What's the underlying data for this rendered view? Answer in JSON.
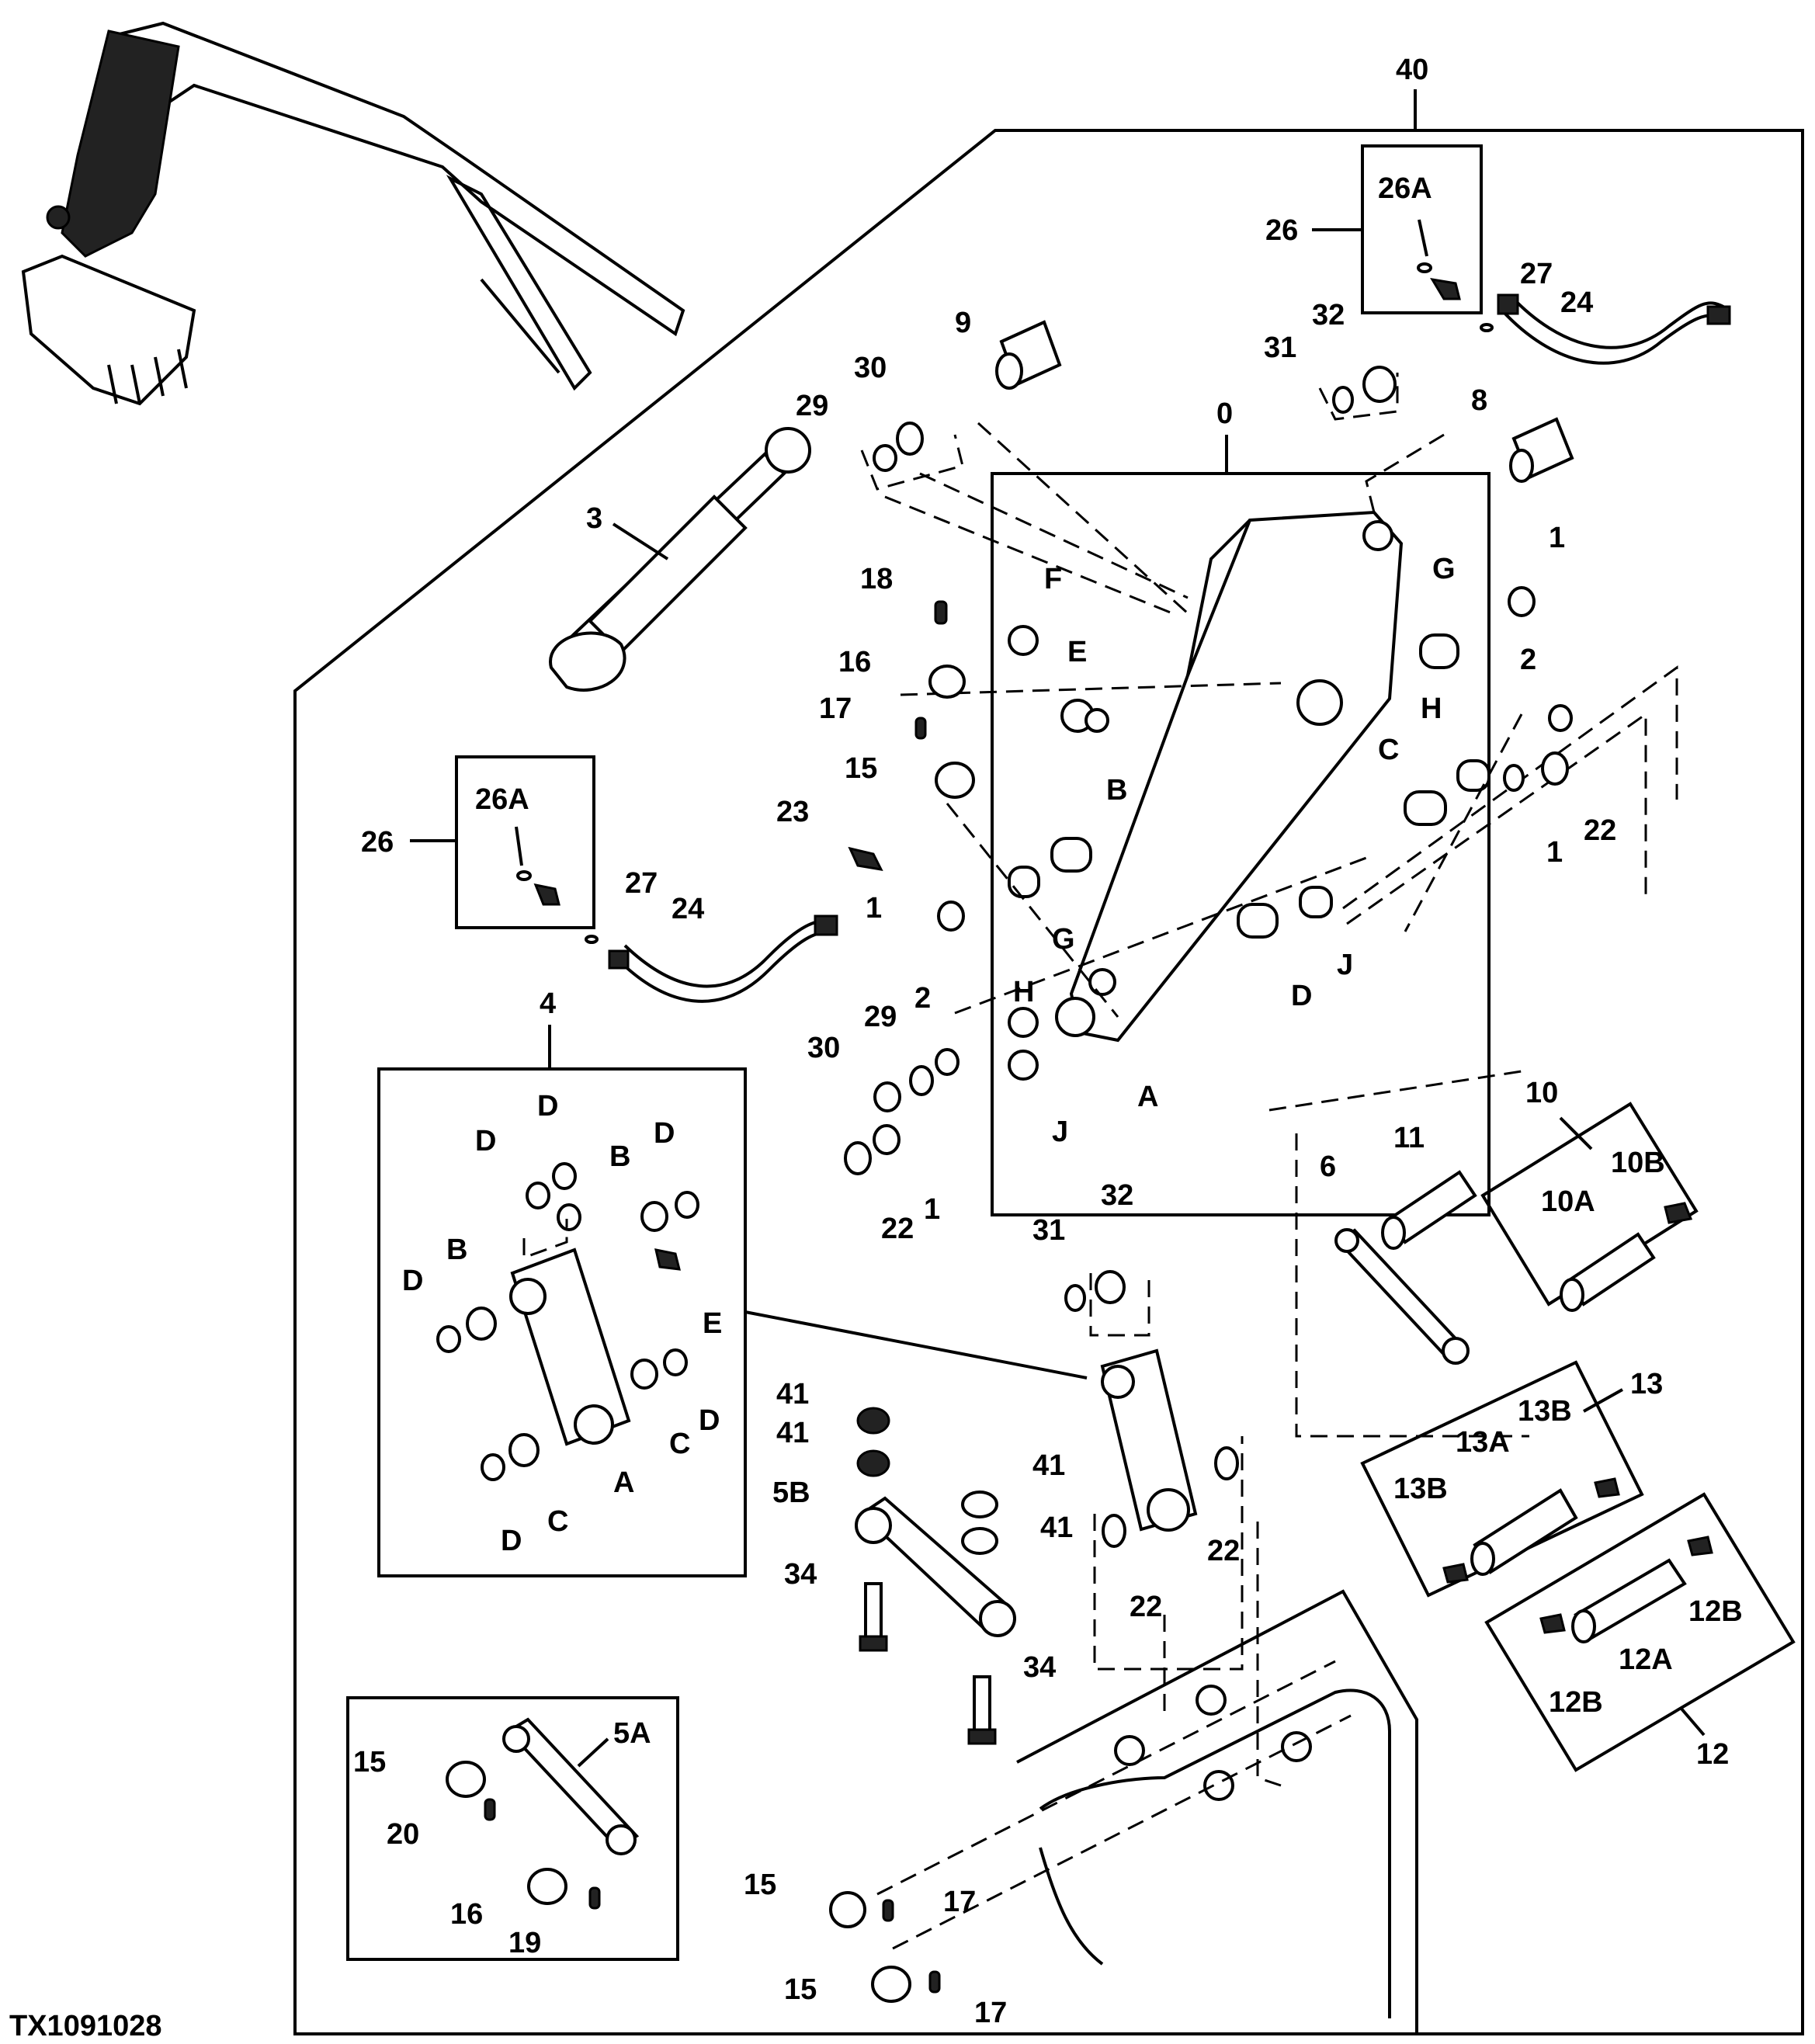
{
  "figure_id": "TX1091028",
  "colors": {
    "line": "#000000",
    "background": "#ffffff"
  },
  "assembly_label": "40",
  "callouts": {
    "c0": "0",
    "c1a": "1",
    "c1b": "1",
    "c1c": "1",
    "c1d": "1",
    "c2a": "2",
    "c2b": "2",
    "c3": "3",
    "c4": "4",
    "c5A": "5A",
    "c5B": "5B",
    "c6": "6",
    "c8": "8",
    "c9": "9",
    "c10": "10",
    "c10A": "10A",
    "c10B": "10B",
    "c11": "11",
    "c12": "12",
    "c12A": "12A",
    "c12B1": "12B",
    "c12B2": "12B",
    "c13": "13",
    "c13A": "13A",
    "c13B1": "13B",
    "c13B2": "13B",
    "c15a": "15",
    "c15b": "15",
    "c15c": "15",
    "c15d": "15",
    "c16a": "16",
    "c16b": "16",
    "c17a": "17",
    "c17b": "17",
    "c17c": "17",
    "c18": "18",
    "c19": "19",
    "c20": "20",
    "c22a": "22",
    "c22b": "22",
    "c22c": "22",
    "c22d": "22",
    "c23": "23",
    "c24a": "24",
    "c24b": "24",
    "c26a": "26",
    "c26b": "26",
    "c26Aa": "26A",
    "c26Ab": "26A",
    "c27a": "27",
    "c27b": "27",
    "c29a": "29",
    "c29b": "29",
    "c30a": "30",
    "c30b": "30",
    "c31a": "31",
    "c31b": "31",
    "c32a": "32",
    "c32b": "32",
    "c34a": "34",
    "c34b": "34",
    "c41a": "41",
    "c41b": "41",
    "c41c": "41",
    "c41d": "41"
  },
  "boom_letters": {
    "A": "A",
    "B": "B",
    "C": "C",
    "D": "D",
    "E": "E",
    "F": "F",
    "G1": "G",
    "G2": "G",
    "H1": "H",
    "H2": "H",
    "J1": "J",
    "J2": "J"
  },
  "link_letters": {
    "A": "A",
    "B1": "B",
    "B2": "B",
    "C1": "C",
    "C2": "C",
    "D1": "D",
    "D2": "D",
    "D3": "D",
    "D4": "D",
    "D5": "D",
    "D6": "D",
    "E": "E"
  }
}
